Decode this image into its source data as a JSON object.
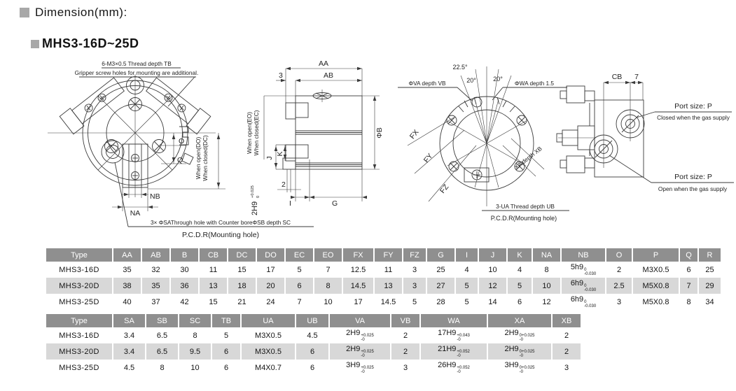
{
  "page": {
    "title": "Dimension(mm):",
    "subtitle": "MHS3-16D~25D"
  },
  "drawings": {
    "front": {
      "thread_note": "6-M3×0.5 Thread depth TB",
      "mount_note": "Gripper screw holes for mounting are additional.",
      "dim_o": "O",
      "dim_q": "Q",
      "open_label": "When open(DO)",
      "closed_label": "When closed(DC)",
      "dim_nb": "NB",
      "dim_na": "NA",
      "hole_note": "3× ΦSAThrough hole with Counter boreΦSB depth SC",
      "pcd_note": "P.C.D.R(Mounting hole)"
    },
    "section": {
      "dim_aa": "AA",
      "dim_ab": "AB",
      "dim_3": "3",
      "open_label": "When open(EO)",
      "closed_label": "When closed(EC)",
      "dim_j": "J",
      "dim_k": "K",
      "tol_main": "2H9",
      "tol_sup": "+0.025",
      "tol_sub": "0",
      "dim_2": "2",
      "dim_phib": "ΦB",
      "dim_i": "I",
      "dim_g": "G"
    },
    "rear": {
      "angle_a": "22.5°",
      "angle_b": "20°",
      "angle_c": "20°",
      "va_note": "ΦVA depth VB",
      "wa_note": "ΦWA depth 1.5",
      "dim_fx": "FX",
      "dim_fy": "FY",
      "dim_fz": "FZ",
      "xa_note": "XA depth XB",
      "ua_note": "3-UA Thread depth UB",
      "pcd_note": "P.C.D.R(Mounting hole)"
    },
    "port": {
      "dim_cb": "CB",
      "dim_7": "7",
      "port_label_top": "Port size: P",
      "note_top": "Closed when the gas supply",
      "port_label_bottom": "Port size: P",
      "note_bottom": "Open when the gas supply"
    }
  },
  "tables": [
    {
      "name": "dimensions-main",
      "headers": [
        "Type",
        "AA",
        "AB",
        "B",
        "CB",
        "DC",
        "DO",
        "EC",
        "EO",
        "FX",
        "FY",
        "FZ",
        "G",
        "I",
        "J",
        "K",
        "NA",
        "NB",
        "O",
        "P",
        "Q",
        "R"
      ],
      "rows": [
        [
          "MHS3-16D",
          "35",
          "32",
          "30",
          "11",
          "15",
          "17",
          "5",
          "7",
          "12.5",
          "11",
          "3",
          "25",
          "4",
          "10",
          "4",
          "8",
          {
            "t": "5h9",
            "sup": "0",
            "sub": "-0.030"
          },
          "2",
          "M3X0.5",
          "6",
          "25"
        ],
        [
          "MHS3-20D",
          "38",
          "35",
          "36",
          "13",
          "18",
          "20",
          "6",
          "8",
          "14.5",
          "13",
          "3",
          "27",
          "5",
          "12",
          "5",
          "10",
          {
            "t": "6h9",
            "sup": "0",
            "sub": "-0.030"
          },
          "2.5",
          "M5X0.8",
          "7",
          "29"
        ],
        [
          "MHS3-25D",
          "40",
          "37",
          "42",
          "15",
          "21",
          "24",
          "7",
          "10",
          "17",
          "14.5",
          "5",
          "28",
          "5",
          "14",
          "6",
          "12",
          {
            "t": "6h9",
            "sup": "0",
            "sub": "-0.030"
          },
          "3",
          "M5X0.8",
          "8",
          "34"
        ]
      ]
    },
    {
      "name": "dimensions-secondary",
      "headers": [
        "Type",
        "SA",
        "SB",
        "SC",
        "TB",
        "UA",
        "UB",
        "VA",
        "VB",
        "WA",
        "XA",
        "XB"
      ],
      "rows": [
        [
          "MHS3-16D",
          "3.4",
          "6.5",
          "8",
          "5",
          "M3X0.5",
          "4.5",
          {
            "t": "2H9",
            "sup": "+0.025",
            "sub": "-0"
          },
          "2",
          {
            "t": "17H9",
            "sup": "+0.043",
            "sub": "-0"
          },
          {
            "t": "2H9",
            "sup": "0+0.025",
            "sub": "-0"
          },
          "2"
        ],
        [
          "MHS3-20D",
          "3.4",
          "6.5",
          "9.5",
          "6",
          "M3X0.5",
          "6",
          {
            "t": "2H9",
            "sup": "+0.025",
            "sub": "-0"
          },
          "2",
          {
            "t": "21H9",
            "sup": "+0.052",
            "sub": "-0"
          },
          {
            "t": "2H9",
            "sup": "0+0.025",
            "sub": "-0"
          },
          "2"
        ],
        [
          "MHS3-25D",
          "4.5",
          "8",
          "10",
          "6",
          "M4X0.7",
          "6",
          {
            "t": "3H9",
            "sup": "+0.025",
            "sub": "-0"
          },
          "3",
          {
            "t": "26H9",
            "sup": "+0.052",
            "sub": "-0"
          },
          {
            "t": "3H9",
            "sup": "0+0.025",
            "sub": "-0"
          },
          "3"
        ]
      ]
    }
  ],
  "colors": {
    "header_bg": "#8f8f8f",
    "header_text": "#ffffff",
    "row_alt_bg": "#d8d8d8",
    "bullet": "#a8a8a8",
    "line": "#3a3a3a"
  }
}
